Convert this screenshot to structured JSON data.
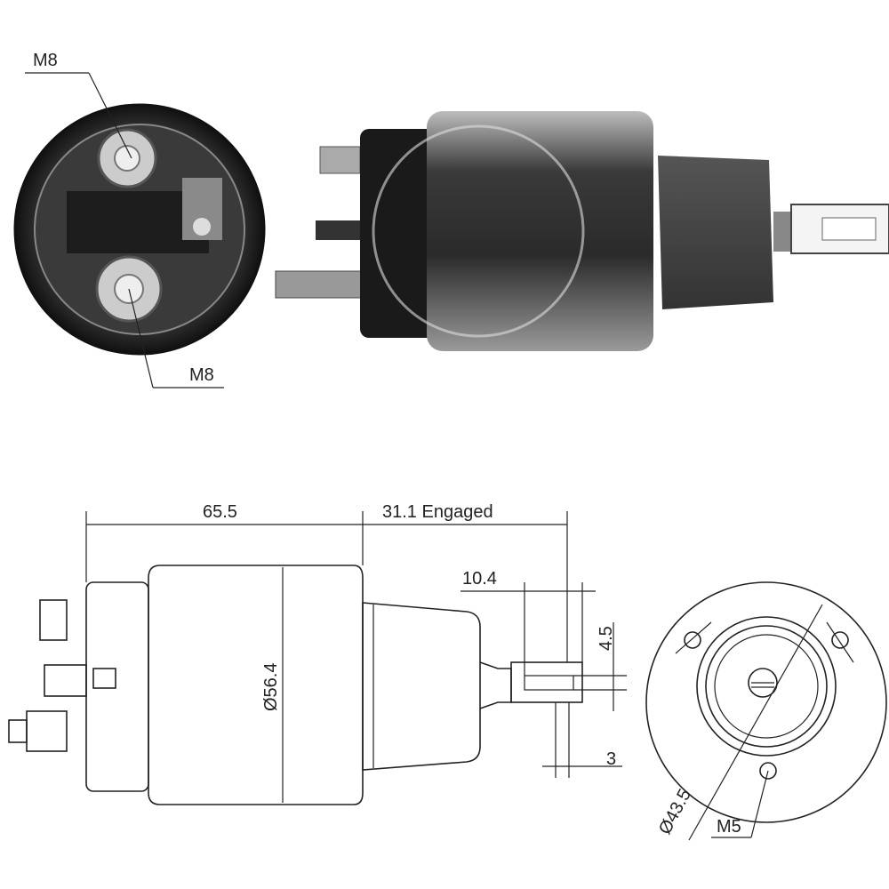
{
  "photo_labels": {
    "top_thread": "M8",
    "bottom_thread": "M8"
  },
  "dimensions": {
    "body_length": "65.5",
    "engaged_stroke": "31.1 Engaged",
    "terminal_length": "10.4",
    "terminal_width": "4.5",
    "terminal_hole": "3",
    "body_diameter": "Ø56.4",
    "mount_diameter": "Ø43.5",
    "mount_thread": "M5"
  },
  "colors": {
    "line": "#222222",
    "body_dark": "#2b2b2b",
    "body_mid": "#6a6a6a"
  }
}
